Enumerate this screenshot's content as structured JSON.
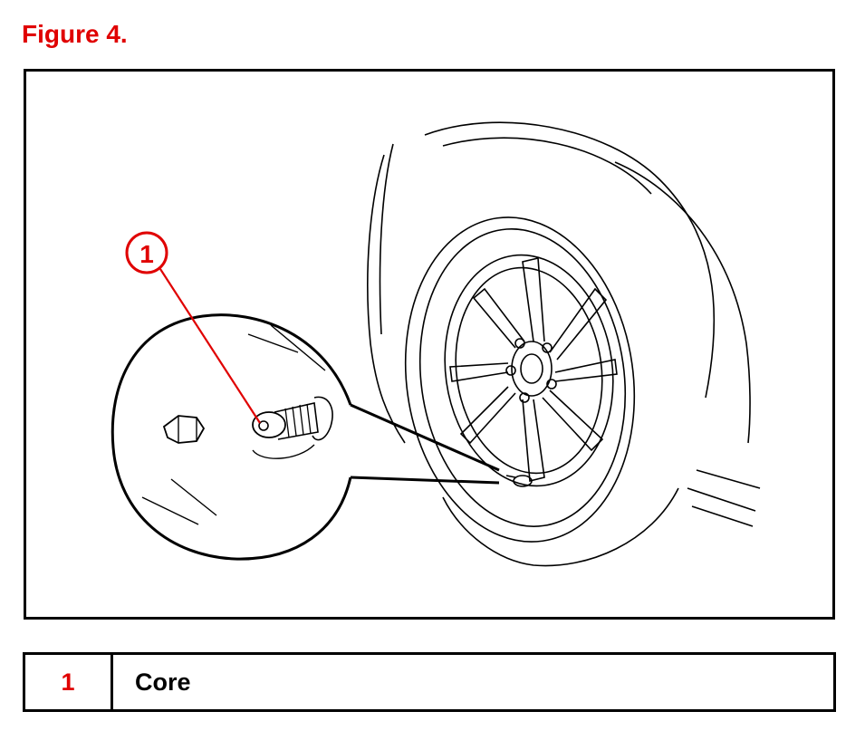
{
  "figure": {
    "title": "Figure 4.",
    "callout_number": "1"
  },
  "legend": {
    "rows": [
      {
        "number": "1",
        "label": "Core"
      }
    ]
  },
  "colors": {
    "accent_red": "#e00000",
    "line_black": "#000000"
  }
}
